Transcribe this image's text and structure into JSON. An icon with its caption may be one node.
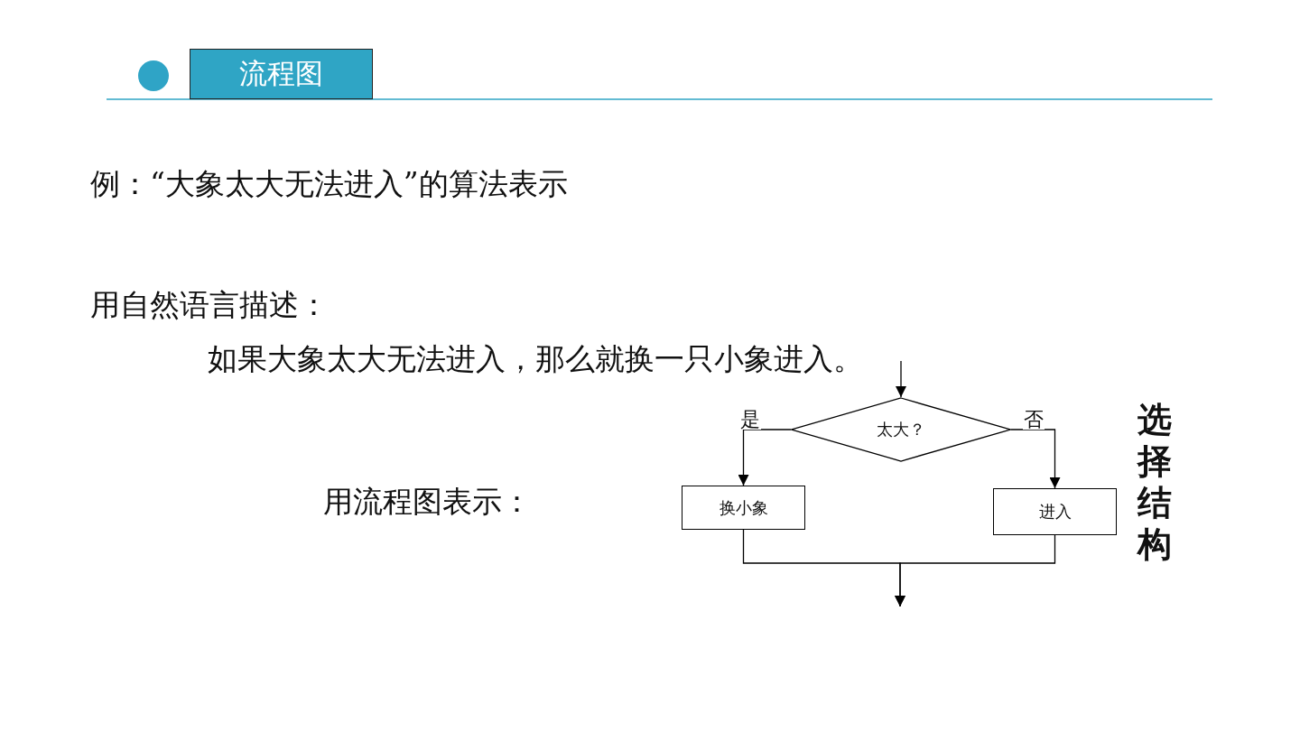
{
  "diagram": {
    "title": "流程图",
    "nodes": [
      {
        "text": [
          "太大？"
        ]
      },
      {
        "text": [
          "换小象"
        ]
      },
      {
        "text": [
          "进入"
        ]
      }
    ],
    "edges": [
      {
        "from": null,
        "to": 0,
        "arrow": "to"
      },
      {
        "from": 0,
        "to": 1,
        "arrow": "to",
        "label": "是"
      },
      {
        "from": 0,
        "to": 2,
        "arrow": "to",
        "label": "否"
      },
      {
        "from": 1,
        "to": null,
        "arrow": "to"
      },
      {
        "from": 2,
        "to": null,
        "arrow": "to"
      }
    ],
    "labels": [
      "例：“大象太大无法进入”的算法表示",
      "用自然语言描述：",
      "如果大象太大无法进入，那么就换一只小象进入。",
      "用流程图表示：",
      "选择结构"
    ]
  }
}
